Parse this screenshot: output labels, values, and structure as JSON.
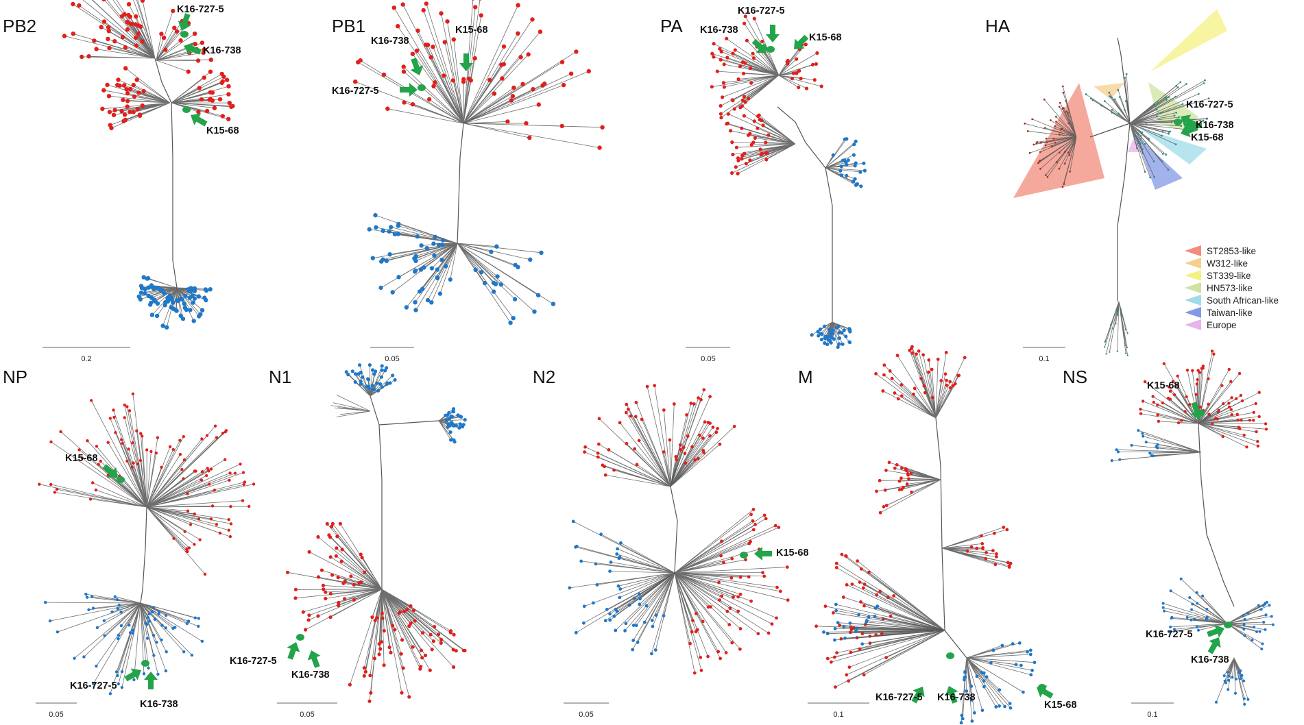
{
  "figure": {
    "colors": {
      "red_clade": "#e0201c",
      "blue_clade": "#1f78c8",
      "branch": "#555555",
      "arrow": "#23a34a",
      "scale_bar": "#666666"
    },
    "panels": [
      {
        "key": "pb2",
        "title": "PB2",
        "scale": "0.2",
        "callouts": [
          "K16-727-5",
          "K16-738",
          "K15-68"
        ]
      },
      {
        "key": "pb1",
        "title": "PB1",
        "scale": "0.05",
        "callouts": [
          "K16-738",
          "K15-68",
          "K16-727-5"
        ]
      },
      {
        "key": "pa",
        "title": "PA",
        "scale": "0.05",
        "callouts": [
          "K16-727-5",
          "K16-738",
          "K15-68"
        ]
      },
      {
        "key": "ha",
        "title": "HA",
        "scale": "0.1",
        "callouts": [
          "K16-727-5",
          "K16-738",
          "K15-68"
        ],
        "legend": [
          {
            "label": "ST2853-like",
            "color": "#f28c7b"
          },
          {
            "label": "W312-like",
            "color": "#f6cf8e"
          },
          {
            "label": "ST339-like",
            "color": "#f4f183"
          },
          {
            "label": "HN573-like",
            "color": "#cde3a2"
          },
          {
            "label": "South African-like",
            "color": "#9fdcea"
          },
          {
            "label": "Taiwan-like",
            "color": "#8399e6"
          },
          {
            "label": "Europe",
            "color": "#e7b3ea"
          }
        ]
      },
      {
        "key": "np",
        "title": "NP",
        "scale": "0.05",
        "callouts": [
          "K15-68",
          "K16-727-5",
          "K16-738"
        ]
      },
      {
        "key": "n1",
        "title": "N1",
        "scale": "0.05",
        "callouts": [
          "K16-727-5",
          "K16-738"
        ]
      },
      {
        "key": "n2",
        "title": "N2",
        "scale": "0.05",
        "callouts": [
          "K15-68"
        ]
      },
      {
        "key": "m",
        "title": "M",
        "scale": "0.1",
        "callouts": [
          "K16-727-5",
          "K16-738",
          "K15-68"
        ]
      },
      {
        "key": "ns",
        "title": "NS",
        "scale": "0.1",
        "callouts": [
          "K15-68",
          "K16-727-5",
          "K16-738"
        ]
      }
    ]
  }
}
